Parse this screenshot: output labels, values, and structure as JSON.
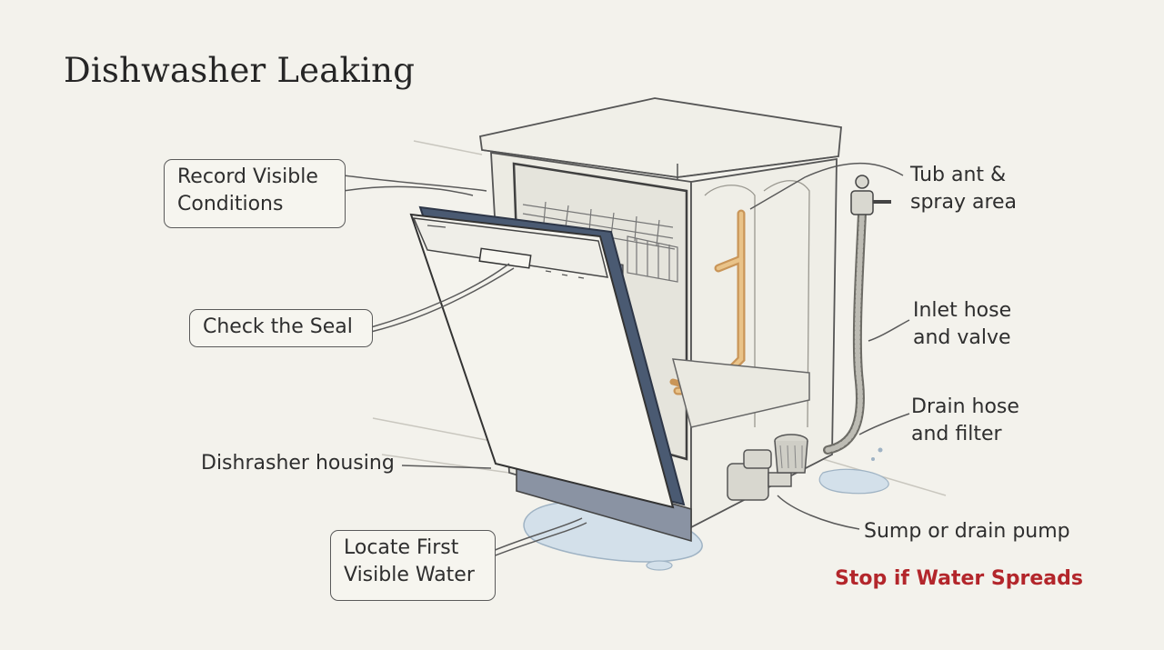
{
  "title": "Dishwasher Leaking",
  "callouts": {
    "record": "Record Visible\nConditions",
    "seal": "Check the Seal",
    "housing": "Dishrasher housing",
    "locate": "Locate First\nVisible Water",
    "tub": "Tub ant &\nspray area",
    "inlet": "Inlet hose\nand valve",
    "drain": "Drain hose\nand filter",
    "sump": "Sump or drain pump",
    "stop": "Stop if Water Spreads"
  },
  "colors": {
    "warning": "#b3262b",
    "pipe": "#e2b679",
    "door_seal": "#4a5a72",
    "water": "#c9d9e6"
  }
}
